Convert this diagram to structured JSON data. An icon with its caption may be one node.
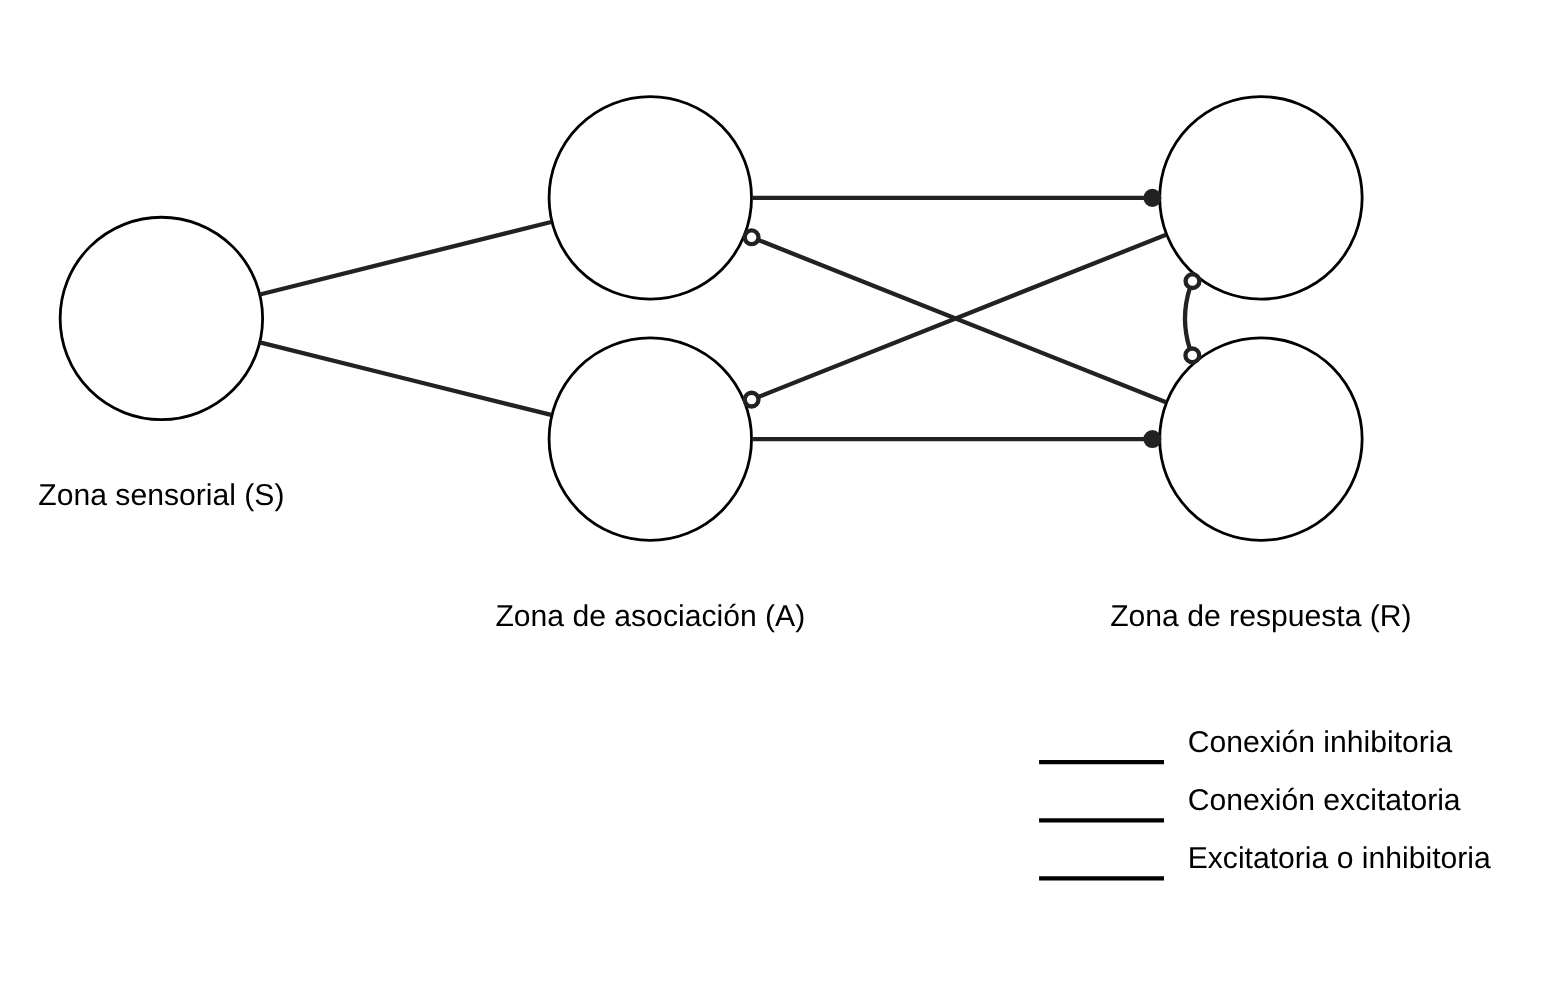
{
  "diagram": {
    "nodes": [
      {
        "text": [],
        "shape": "circle"
      },
      {
        "text": [],
        "shape": "circle"
      },
      {
        "text": [],
        "shape": "circle"
      },
      {
        "text": [],
        "shape": "circle"
      },
      {
        "text": [],
        "shape": "circle"
      }
    ],
    "edges": [
      {
        "from": 0,
        "to": 1,
        "arrow": "none"
      },
      {
        "from": 0,
        "to": 2,
        "arrow": "none"
      },
      {
        "from": 1,
        "to": 3,
        "arrow": "other"
      },
      {
        "from": 4,
        "to": 1,
        "arrow": "other"
      },
      {
        "from": 3,
        "to": 2,
        "arrow": "other"
      },
      {
        "from": 2,
        "to": 4,
        "arrow": "other"
      },
      {
        "from": 3,
        "to": 4,
        "arrow": "other"
      }
    ],
    "labels": [
      "Zona sensorial (S)",
      "Zona de asociación (A)",
      "Zona de respuesta (R)"
    ],
    "legend": [
      {
        "text": "Conexión inhibitoria"
      },
      {
        "text": "Conexión excitatoria"
      },
      {
        "text": "Excitatoria o inhibitoria"
      }
    ]
  }
}
